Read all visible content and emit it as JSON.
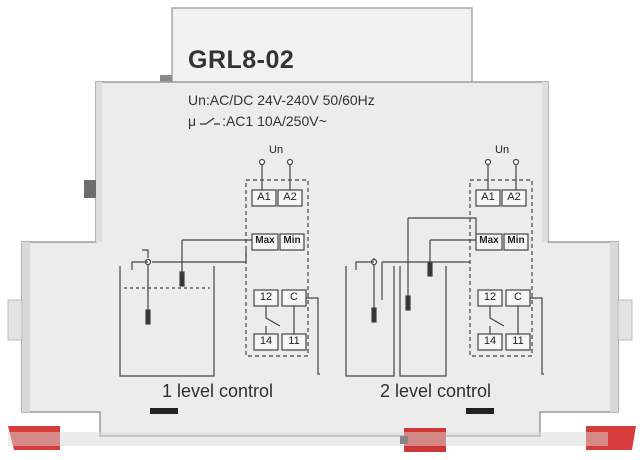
{
  "device": {
    "model": "GRL8-02",
    "supply_spec": "Un:AC/DC 24V-240V 50/60Hz",
    "contact_spec_prefix": "μ",
    "contact_spec": ":AC1 10A/250V~"
  },
  "diagrams": [
    {
      "caption": "1 level control",
      "un_label": "Un",
      "terminals": {
        "a1": "A1",
        "a2": "A2",
        "max": "Max",
        "min": "Min",
        "t12": "12",
        "c": "C",
        "t14": "14",
        "t11": "11"
      }
    },
    {
      "caption": "2 level control",
      "un_label": "Un",
      "terminals": {
        "a1": "A1",
        "a2": "A2",
        "max": "Max",
        "min": "Min",
        "t12": "12",
        "c": "C",
        "t14": "14",
        "t11": "11"
      }
    }
  ],
  "colors": {
    "housing": "#ebebeb",
    "housing_dark": "#d6d6d6",
    "outline": "#9a9a9a",
    "line": "#444444",
    "clip_red": "#d63c3c"
  }
}
